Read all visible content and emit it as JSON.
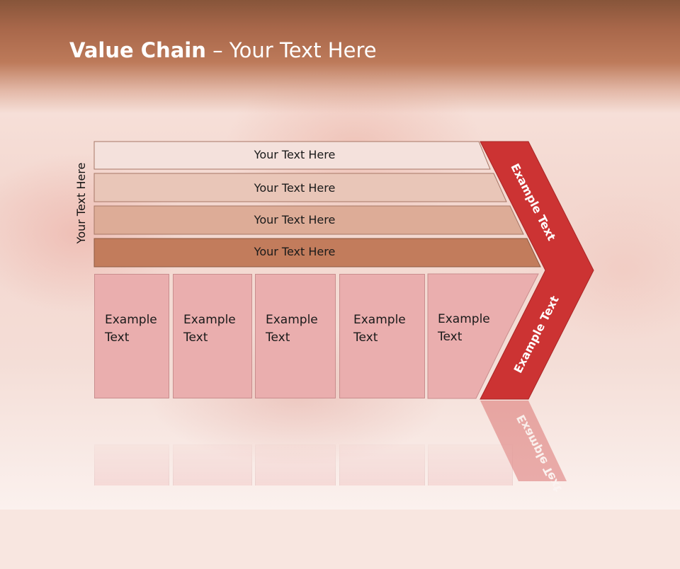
{
  "title": {
    "bold": "Value Chain",
    "rest": " – Your Text Here"
  },
  "side_label": "Your Text Here",
  "bars": [
    {
      "label": "Your Text Here",
      "color": "#f4e1dc"
    },
    {
      "label": "Your Text Here",
      "color": "#e9c6b8"
    },
    {
      "label": "Your Text Here",
      "color": "#ddac97"
    },
    {
      "label": "Your Text Here",
      "color": "#c27c5c"
    }
  ],
  "columns": [
    {
      "line1": "Example",
      "line2": "Text"
    },
    {
      "line1": "Example",
      "line2": "Text"
    },
    {
      "line1": "Example",
      "line2": "Text"
    },
    {
      "line1": "Example",
      "line2": "Text"
    },
    {
      "line1": "Example",
      "line2": "Text"
    }
  ],
  "chevron": {
    "upper": "Example Text",
    "lower": "Example Text",
    "color": "#cc3333"
  }
}
